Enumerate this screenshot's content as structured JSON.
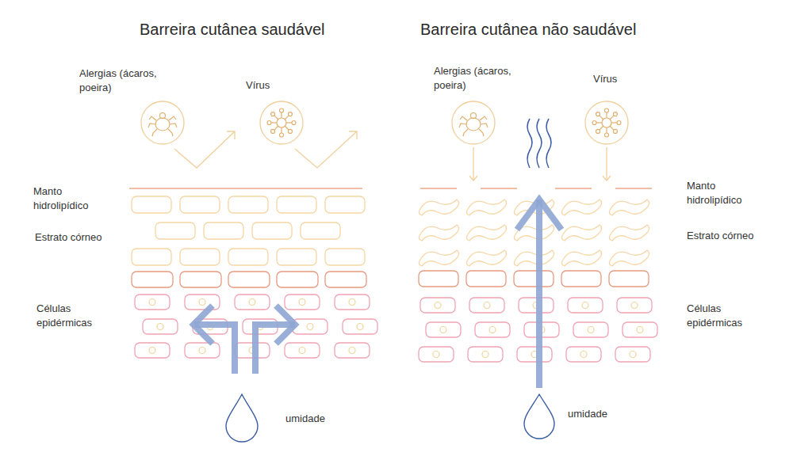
{
  "diagram": {
    "labels": [
      "Barreira cutânea saudável",
      "Barreira cutânea não saudável",
      "Alergias (ácaros, poeira)",
      "Vírus",
      "Manto hidrolipídico",
      "Estrato córneo",
      "Células epidérmicas",
      "umidade",
      "Alergias (ácaros, poeira)",
      "Vírus",
      "Manto hidrolipídico",
      "Estrato córneo",
      "Células epidérmicas",
      "umidade"
    ]
  }
}
